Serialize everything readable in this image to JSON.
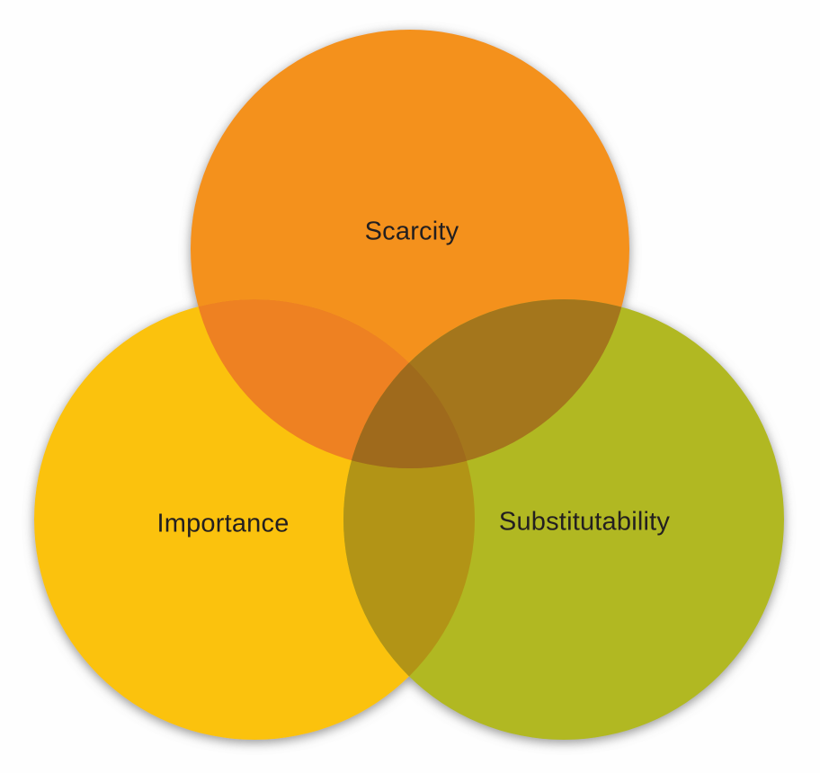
{
  "diagram": {
    "type": "venn-diagram",
    "background_color": "#fefefe",
    "label_color": "#231f20",
    "circles": [
      {
        "id": "scarcity",
        "label": "Scarcity",
        "color": "#f4911e"
      },
      {
        "id": "importance",
        "label": "Importance",
        "color": "#fbc20d"
      },
      {
        "id": "substitutability",
        "label": "Substitutability",
        "color": "#b1b822"
      }
    ],
    "overlap_colors": {
      "scarcity_importance": "#ee8122",
      "scarcity_substitutability": "#a4761f",
      "importance_substitutability": "#b29413",
      "center_all_three": "#9f6a1c"
    }
  }
}
